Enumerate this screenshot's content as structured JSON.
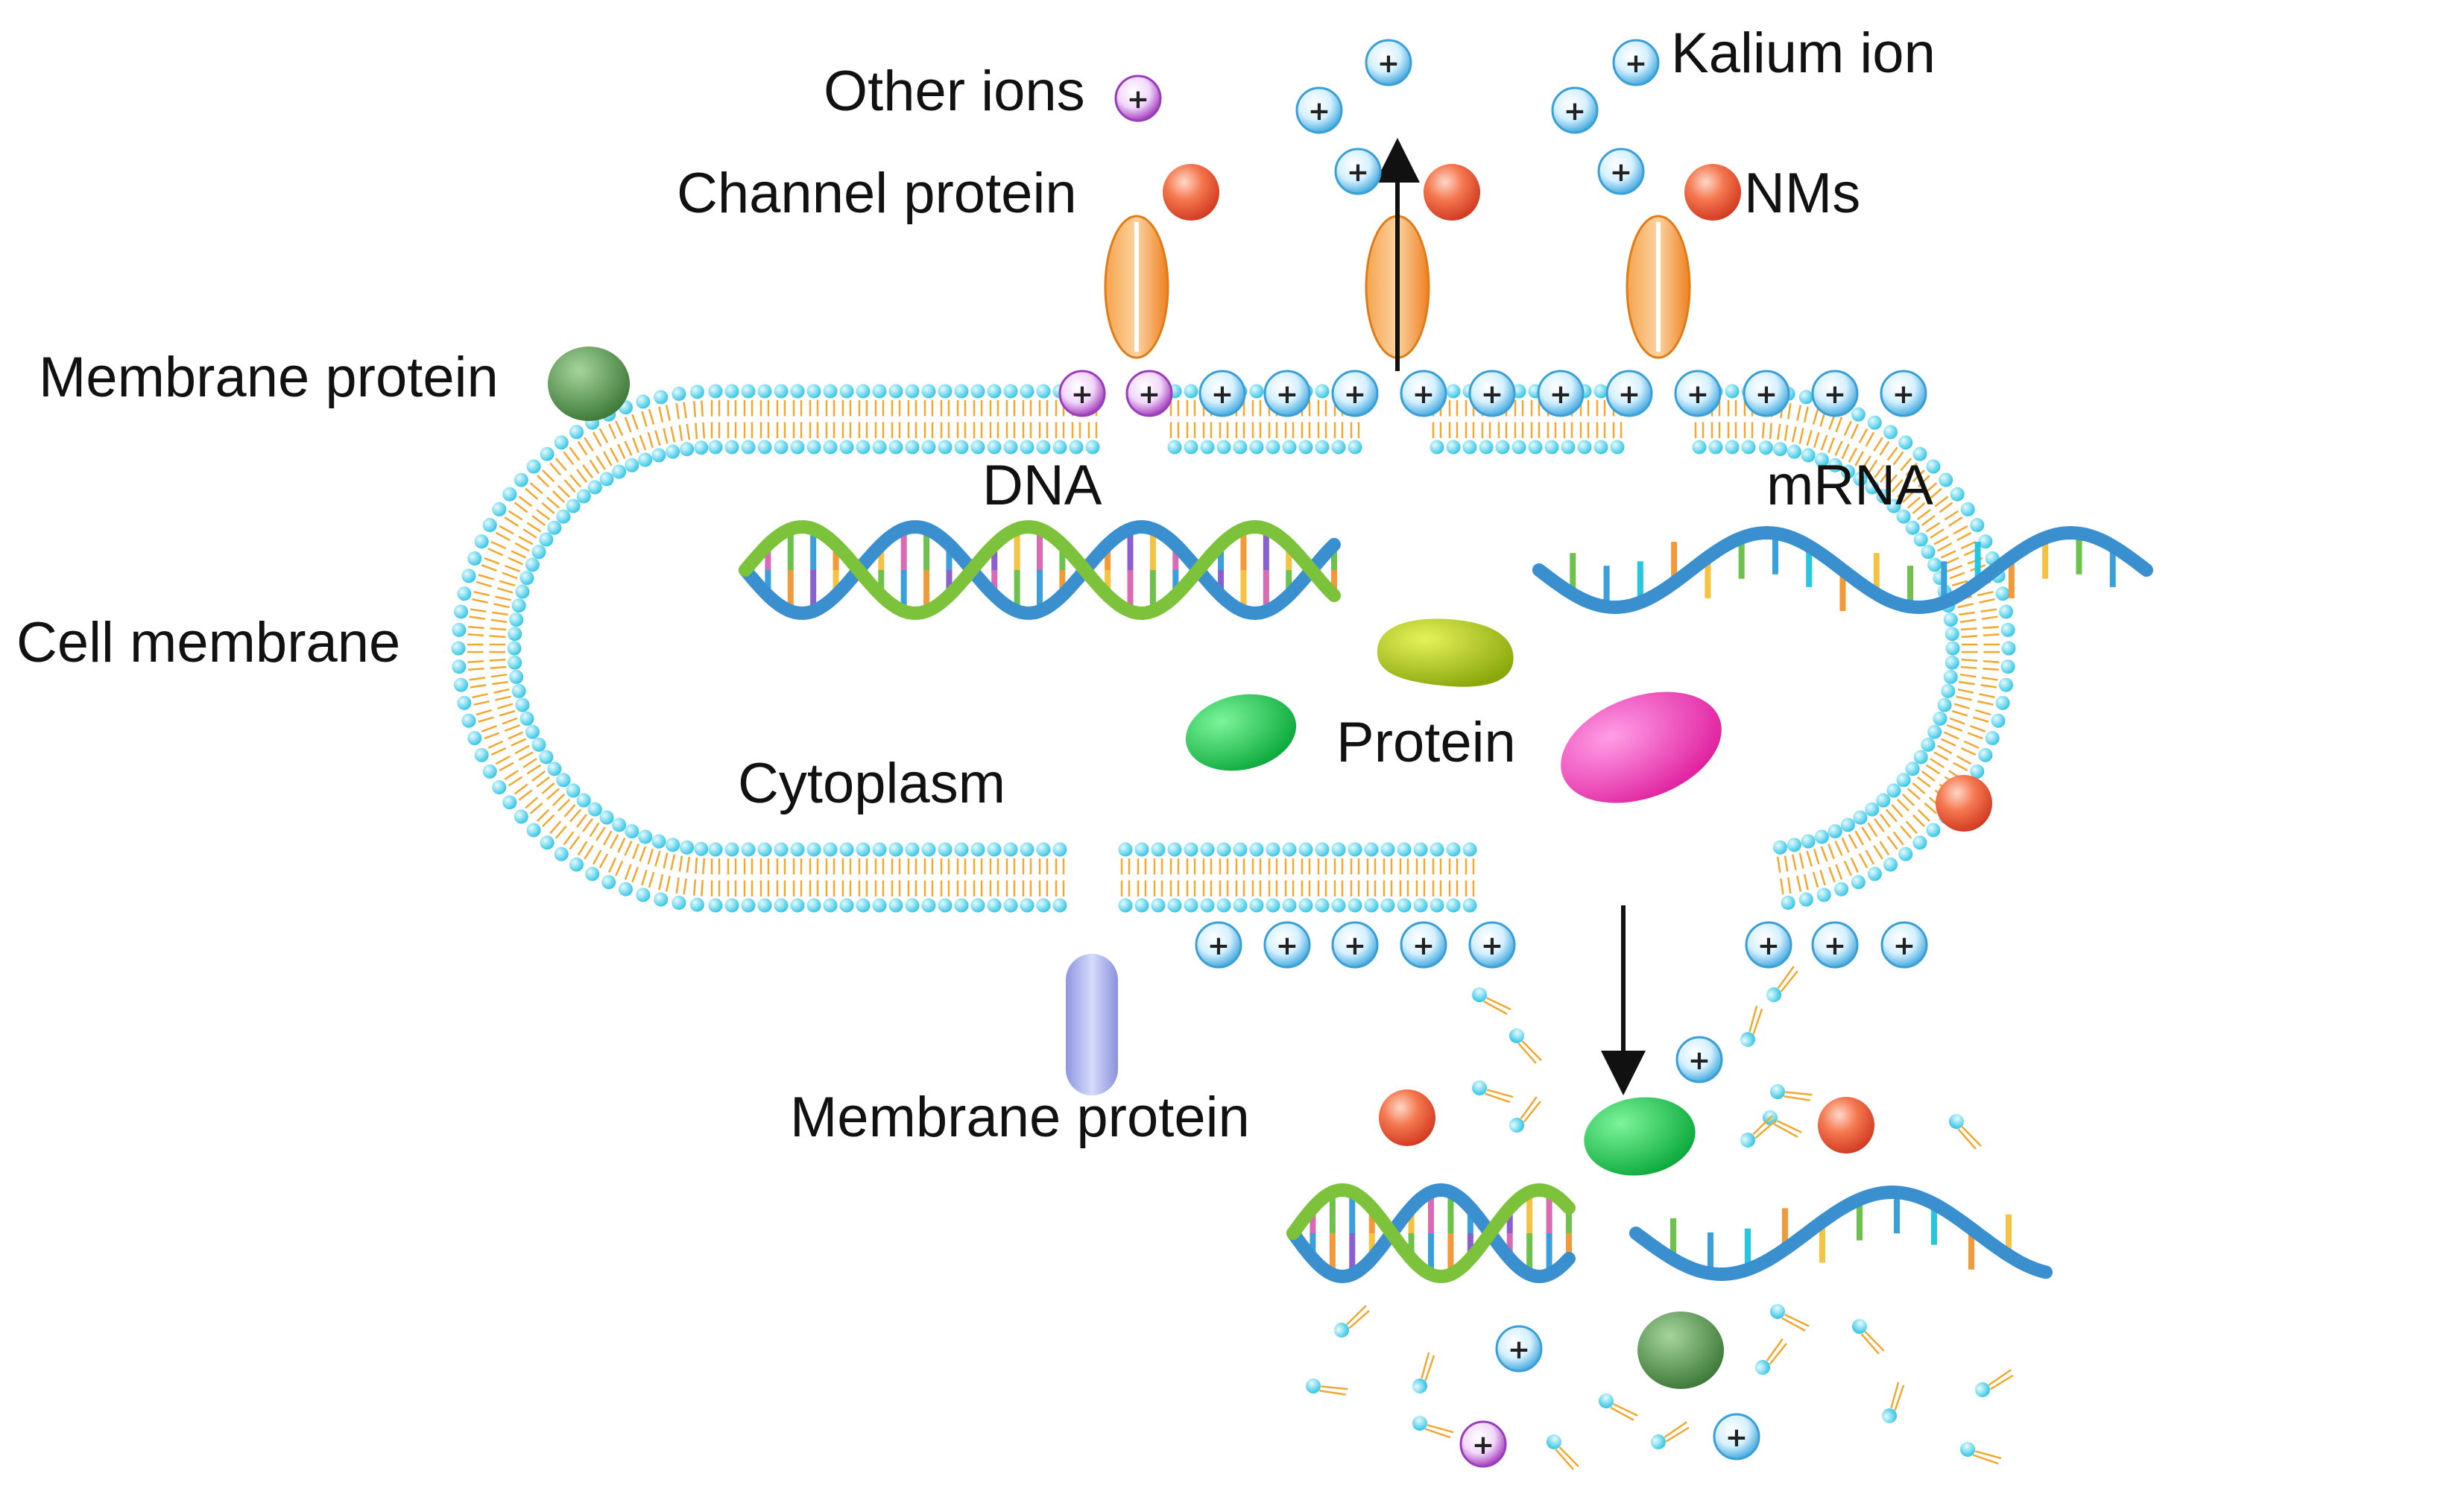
{
  "labels": {
    "other_ions": "Other ions",
    "kalium_ion": "Kalium ion",
    "channel_protein": "Channel protein",
    "nms": "NMs",
    "membrane_protein_left": "Membrane protein",
    "cell_membrane": "Cell membrane",
    "dna": "DNA",
    "mrna": "mRNA",
    "protein": "Protein",
    "cytoplasm": "Cytoplasm",
    "membrane_protein_bottom": "Membrane protein"
  },
  "ion_symbol": "+",
  "colors": {
    "lipid_head": "#4fd2ea",
    "lipid_tail": "#f0a830",
    "kalium_ion": "#5ab8e8",
    "other_ion": "#b04fc8",
    "nm_particle": "#e2553a",
    "channel_protein": "#f08c2a",
    "membrane_protein_green": "#4f8a4a",
    "membrane_protein_lavender": "#9fa6e8",
    "protein_olive": "#a8c414",
    "protein_green": "#14c84a",
    "protein_magenta": "#ee3fc2",
    "arrow": "#111111"
  },
  "icons": [
    "channel-protein-icon",
    "kalium-ion-icon",
    "other-ion-icon",
    "nm-particle-icon",
    "dna-helix-icon",
    "mrna-strand-icon",
    "membrane-protein-icon",
    "protein-blob-icon",
    "lipid-fragment-icon",
    "transport-arrow-icon"
  ]
}
